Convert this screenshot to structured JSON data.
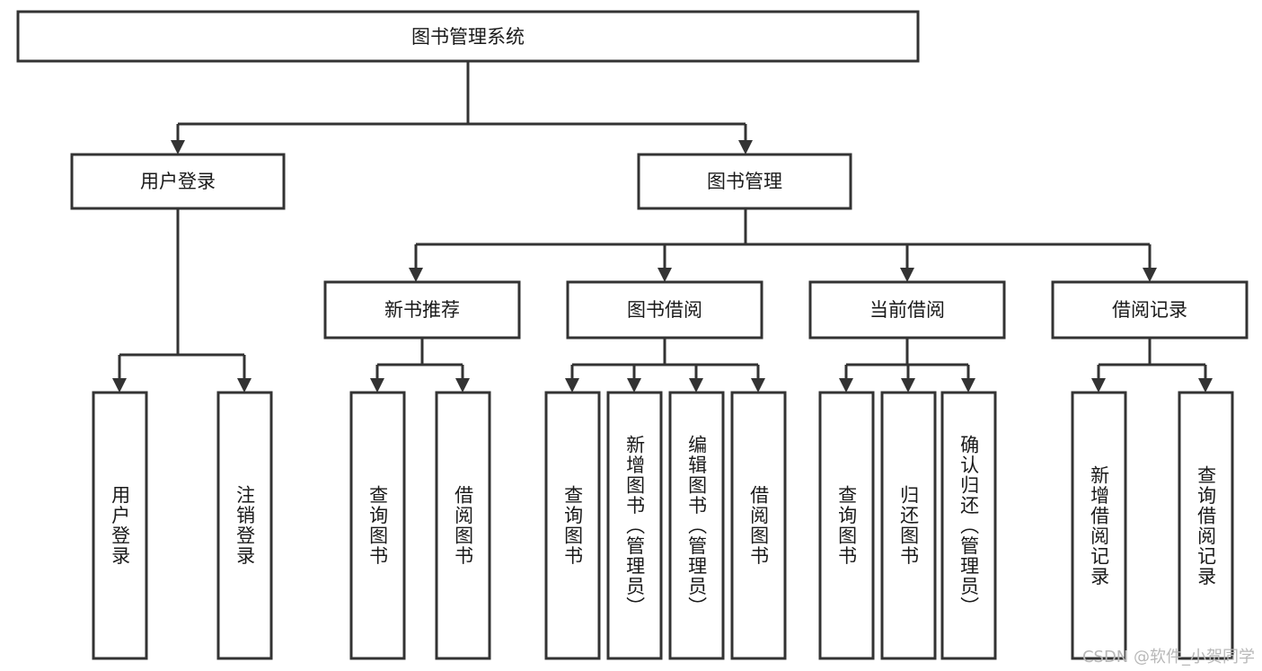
{
  "diagram": {
    "type": "tree",
    "title_node": {
      "id": "root",
      "label": "图书管理系统"
    },
    "level2": [
      {
        "id": "user-login",
        "label": "用户登录"
      },
      {
        "id": "book-manage",
        "label": "图书管理"
      }
    ],
    "level3": [
      {
        "id": "new-book-recommend",
        "label": "新书推荐",
        "parent": "book-manage"
      },
      {
        "id": "book-borrow",
        "label": "图书借阅",
        "parent": "book-manage"
      },
      {
        "id": "current-borrow",
        "label": "当前借阅",
        "parent": "book-manage"
      },
      {
        "id": "borrow-record",
        "label": "借阅记录",
        "parent": "book-manage"
      }
    ],
    "leaves": {
      "user-login": [
        {
          "id": "leaf-user-login",
          "label": "用户登录"
        },
        {
          "id": "leaf-logout",
          "label": "注销登录"
        }
      ],
      "new-book-recommend": [
        {
          "id": "leaf-query-book-1",
          "label": "查询图书"
        },
        {
          "id": "leaf-borrow-book-1",
          "label": "借阅图书"
        }
      ],
      "book-borrow": [
        {
          "id": "leaf-query-book-2",
          "label": "查询图书"
        },
        {
          "id": "leaf-add-book",
          "label": "新增图书（管理员）"
        },
        {
          "id": "leaf-edit-book",
          "label": "编辑图书（管理员）"
        },
        {
          "id": "leaf-borrow-book-2",
          "label": "借阅图书"
        }
      ],
      "current-borrow": [
        {
          "id": "leaf-query-book-3",
          "label": "查询图书"
        },
        {
          "id": "leaf-return-book",
          "label": "归还图书"
        },
        {
          "id": "leaf-confirm-return",
          "label": "确认归还（管理员）"
        }
      ],
      "borrow-record": [
        {
          "id": "leaf-add-record",
          "label": "新增借阅记录"
        },
        {
          "id": "leaf-query-record",
          "label": "查询借阅记录"
        }
      ]
    }
  },
  "watermark": {
    "text": "CSDN @软件_小贺同学"
  },
  "colors": {
    "stroke": "#333333",
    "box_fill": "#ffffff",
    "text": "#1a1a1a",
    "watermark": "#b8b8b8",
    "background": "#ffffff"
  }
}
